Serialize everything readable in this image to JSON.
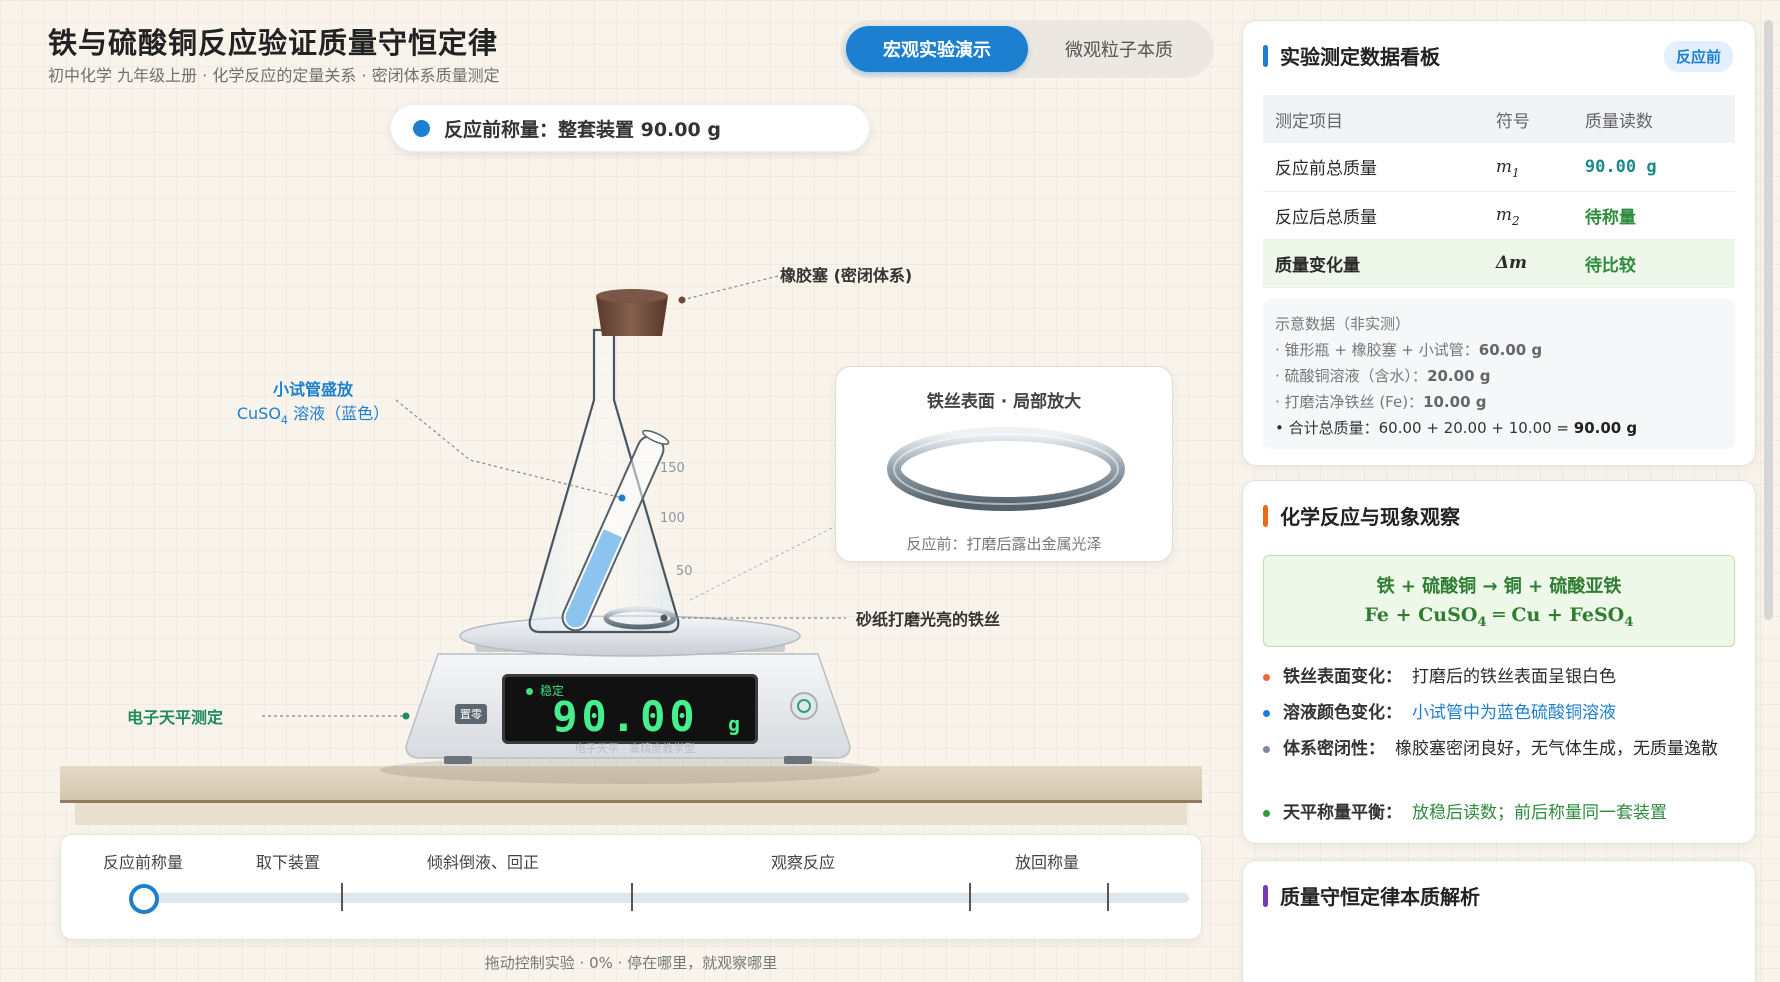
{
  "header": {
    "title": "铁与硫酸铜反应验证质量守恒定律",
    "subtitle": "初中化学 九年级上册 · 化学反应的定量关系 · 密闭体系质量测定",
    "modes": [
      {
        "label": "宏观实验演示",
        "active": true
      },
      {
        "label": "微观粒子本质",
        "active": false
      }
    ]
  },
  "status_pill": "反应前称量：整套装置 90.00 g",
  "stage": {
    "label_stopper": "橡胶塞 (密闭体系)",
    "label_tube_line1": "小试管盛放",
    "label_tube_line2_prefix": "CuSO",
    "label_tube_line2_sub": "4",
    "label_tube_line2_suffix": " 溶液（蓝色）",
    "label_wire": "砂纸打磨光亮的铁丝",
    "label_balance": "电子天平测定",
    "flask_marks": [
      "150",
      "100",
      "50"
    ],
    "zoom_title": "铁丝表面 · 局部放大",
    "zoom_caption": "反应前：打磨后露出金属光泽",
    "scale_stable": "稳定",
    "scale_value": "90.00",
    "scale_unit": "g",
    "scale_brand": "电子天平 · 高精度教学型",
    "tare_label": "置零"
  },
  "timeline": {
    "steps": [
      "反应前称量",
      "取下装置",
      "倾斜倒液、回正",
      "观察反应",
      "放回称量"
    ],
    "progress": 0,
    "hint": "拖动控制实验 · 0% · 停在哪里，就观察哪里"
  },
  "data_panel": {
    "title": "实验测定数据看板",
    "badge": "反应前",
    "headers": [
      "测定项目",
      "符号",
      "质量读数"
    ],
    "rows": [
      {
        "item": "反应前总质量",
        "symbol": "m",
        "symbol_sub": "1",
        "value": "90.00 g"
      },
      {
        "item": "反应后总质量",
        "symbol": "m",
        "symbol_sub": "2",
        "value": "待称量"
      },
      {
        "item": "质量变化量",
        "symbol": "Δm",
        "symbol_sub": "",
        "value": "待比较"
      }
    ],
    "notes_title": "示意数据（非实测）",
    "notes": [
      {
        "label": "锥形瓶 + 橡胶塞 + 小试管：",
        "value": "60.00 g"
      },
      {
        "label": "硫酸铜溶液（含水）：",
        "value": "20.00 g"
      },
      {
        "label": "打磨洁净铁丝 (Fe)：",
        "value": "10.00 g"
      }
    ],
    "total_label": "合计总质量：60.00 + 20.00 + 10.00 = ",
    "total_value": "90.00 g"
  },
  "reaction_panel": {
    "title": "化学反应与现象观察",
    "equation_words": "铁 + 硫酸铜 → 铜 + 硫酸亚铁",
    "eq_fe": "Fe + CuSO",
    "eq_sub1": "4",
    "eq_mid": " ═ Cu + FeSO",
    "eq_sub2": "4",
    "observations": [
      {
        "key": "铁丝表面变化：",
        "text": "打磨后的铁丝表面呈银白色",
        "color": "#ee6a3a",
        "text_color": "#444"
      },
      {
        "key": "溶液颜色变化：",
        "text": "小试管中为蓝色硫酸铜溶液",
        "color": "#1d7fd0",
        "text_color": "#1d7fd0"
      },
      {
        "key": "体系密闭性：",
        "text": "橡胶塞密闭良好，无气体生成，无质量逸散",
        "color": "#7d8a96",
        "text_color": "#444"
      },
      {
        "key": "天平称量平衡：",
        "text": "放稳后读数；前后称量同一套装置",
        "color": "#2e9b3e",
        "text_color": "#2e8b3e"
      }
    ]
  },
  "essence_panel": {
    "title": "质量守恒定律本质解析"
  },
  "colors": {
    "accent": "#1d7fd0",
    "green": "#2e8b3e",
    "orange_bar": "#ee6a1a",
    "purple_bar": "#7a3bb0",
    "solution": "#8cc4ef",
    "stopper": "#6a4a3a"
  }
}
